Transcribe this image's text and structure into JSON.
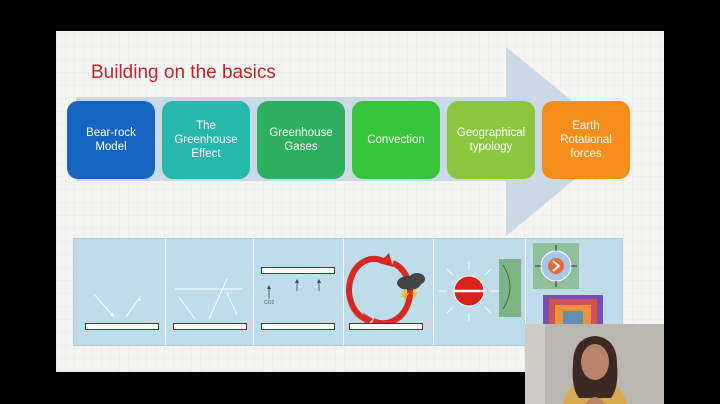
{
  "slide": {
    "title": "Building on the basics",
    "steps": [
      {
        "label": "Bear-rock\nModel"
      },
      {
        "label": "The\nGreenhouse\nEffect"
      },
      {
        "label": "Greenhouse\nGases"
      },
      {
        "label": "Convection"
      },
      {
        "label": "Geographical\ntypology"
      },
      {
        "label": "Earth\nRotational\nforces"
      }
    ],
    "colors": {
      "title": "#c0262d",
      "arrow": "#c7d6e6",
      "step1": "#1565c0",
      "step2": "#26b8ad",
      "step3": "#2daf5f",
      "step4": "#36c43a",
      "step5": "#8cc63f",
      "step6": "#f58d1b",
      "diagram_bg": "#bedcea"
    },
    "diagram_labels": {
      "co2": "CO2"
    }
  }
}
